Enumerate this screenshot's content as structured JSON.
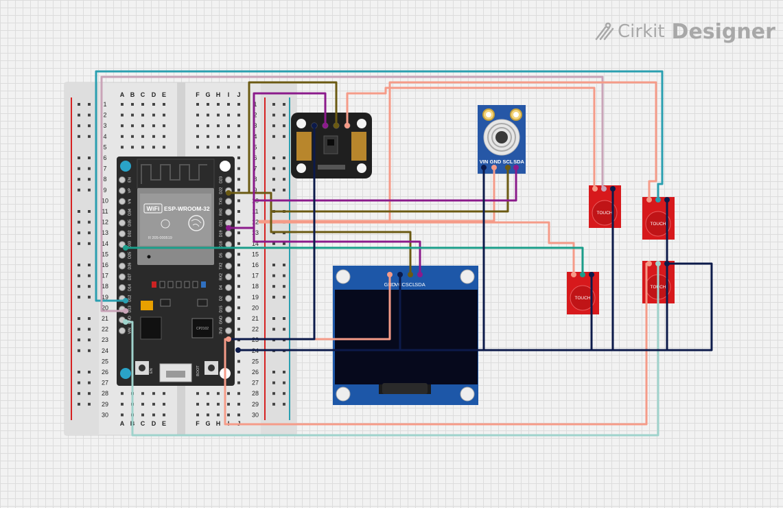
{
  "branding": {
    "name_light": "Cirkit",
    "name_bold": "Designer",
    "logo_icon": "cirkit-logo-icon"
  },
  "breadboard": {
    "columns_left": [
      "A",
      "B",
      "C",
      "D",
      "E"
    ],
    "columns_right": [
      "F",
      "G",
      "H",
      "I",
      "J"
    ],
    "rows": [
      "1",
      "2",
      "3",
      "4",
      "5",
      "6",
      "7",
      "8",
      "9",
      "10",
      "11",
      "12",
      "13",
      "14",
      "15",
      "16",
      "17",
      "18",
      "19",
      "20",
      "21",
      "22",
      "23",
      "24",
      "25",
      "26",
      "27",
      "28",
      "29",
      "30"
    ]
  },
  "esp32": {
    "module_label": "ESP-WROOM-32",
    "wifi_label": "WiFi",
    "cert_label": "R  205-000519",
    "left_pins": [
      "EN",
      "VP",
      "VN",
      "D34",
      "D35",
      "D32",
      "D33",
      "D25",
      "D26",
      "D27",
      "D14",
      "D12",
      "D13",
      "GND",
      "VIN"
    ],
    "right_pins": [
      "D23",
      "D22",
      "TX0",
      "RX0",
      "D21",
      "D19",
      "D18",
      "D5",
      "TX2",
      "RX2",
      "D4",
      "D2",
      "D15",
      "GND",
      "3V3"
    ],
    "en_button": "EN",
    "boot_button": "BOOT",
    "chip_text": "CP2102"
  },
  "oled": {
    "pins": [
      "GND",
      "VCC",
      "SCL",
      "SDA"
    ]
  },
  "ir_sensor": {
    "pins": [
      "VIN",
      "GND",
      "SCL",
      "SDA"
    ]
  },
  "touch_sensors": [
    {
      "label": "TOUCH"
    },
    {
      "label": "TOUCH"
    },
    {
      "label": "TOUCH"
    },
    {
      "label": "TOUCH"
    }
  ],
  "colors": {
    "wire_teal": "#1b9e8a",
    "wire_cyan": "#2a9fb0",
    "wire_salmon": "#f59b88",
    "wire_olive": "#6b5a12",
    "wire_purple": "#8b1a8b",
    "wire_navy": "#0c1a4a",
    "wire_mauve": "#c9a4b8",
    "wire_lightteal": "#9fd3cc",
    "touch_red": "#d7191c",
    "oled_blue": "#1d57a8",
    "esp_board": "#2a2a2a"
  }
}
